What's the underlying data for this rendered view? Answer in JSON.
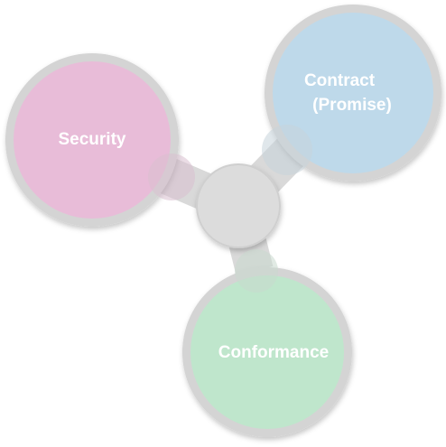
{
  "diagram": {
    "nodes": {
      "security": {
        "label": "Security",
        "color": "#e8bcd8"
      },
      "contract": {
        "line1": "Contract",
        "line2": "(Promise)",
        "color": "#bed9ea"
      },
      "conformance": {
        "label": "Conformance",
        "color": "#bfe6cc"
      }
    },
    "connector_color": "#d9d9d9",
    "ring_color": "#d4d4d4"
  }
}
